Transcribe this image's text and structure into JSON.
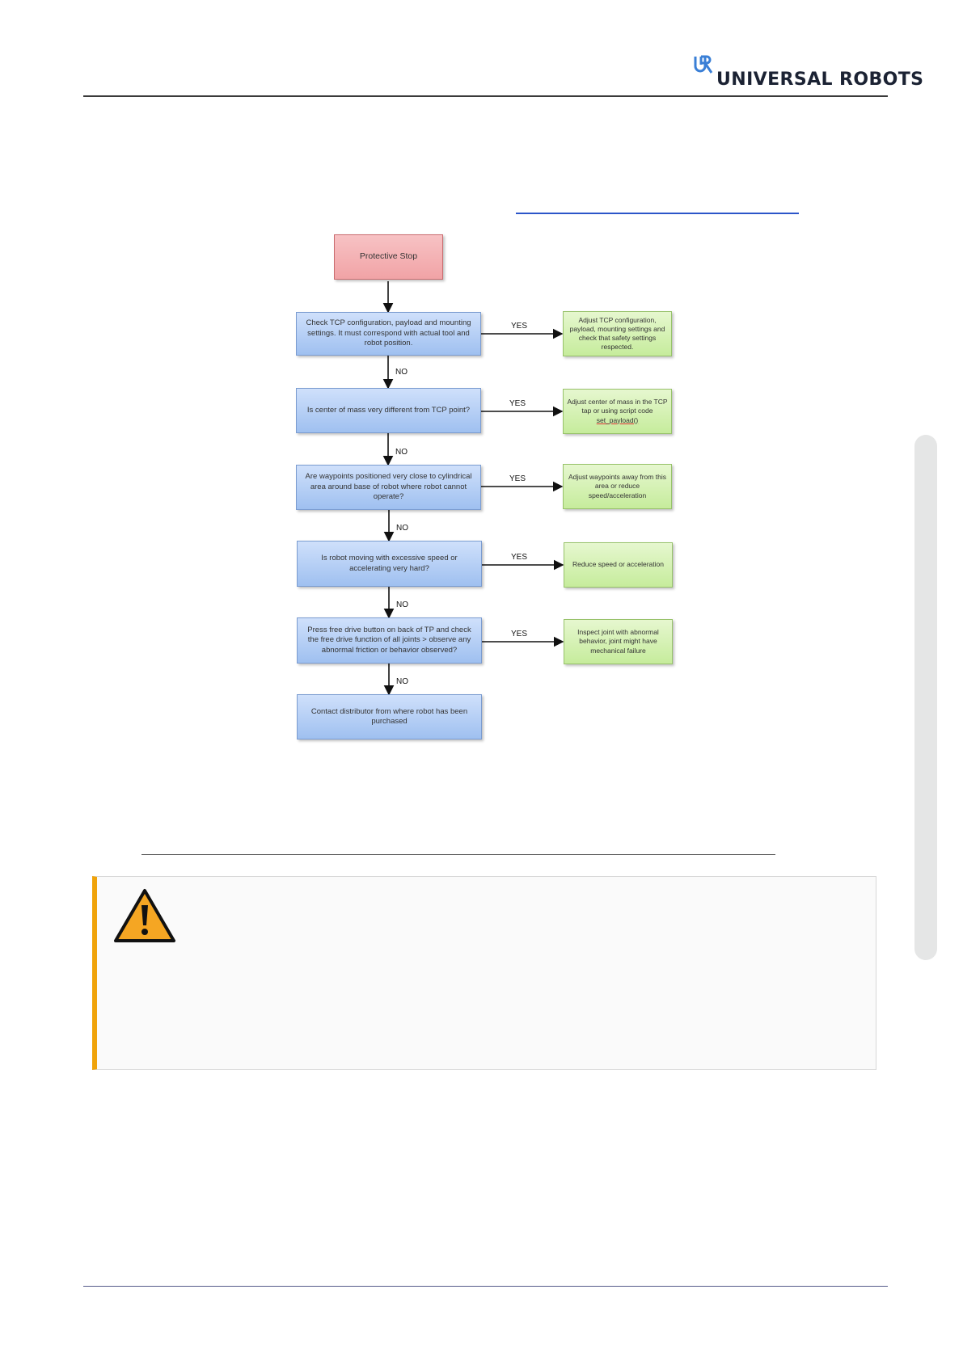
{
  "header": {
    "logo_text": "UNIVERSAL ROBOTS",
    "logo_icon": "ur-logo-icon"
  },
  "flowchart": {
    "start": "Protective Stop",
    "questions": [
      "Check TCP configuration, payload and mounting settings. It must correspond with actual tool and robot position.",
      "Is center of mass very different from TCP point?",
      "Are waypoints positioned very close to cylindrical area around base of robot where robot cannot operate?",
      "Is robot moving with excessive speed or accelerating very hard?",
      "Press free drive button on back of TP and check the free drive function of all joints > observe any abnormal friction or behavior observed?",
      "Contact distributor from where robot has been purchased"
    ],
    "actions": [
      "Adjust TCP configuration, payload, mounting settings and check that safety settings respected.",
      "Adjust center of mass in the TCP tap or using script code",
      "Adjust waypoints away from this area or reduce speed/acceleration",
      "Reduce speed or acceleration",
      "Inspect joint with abnormal behavior, joint might have mechanical failure"
    ],
    "action_2_code": "set_payload()",
    "yes_label": "YES",
    "no_label": "NO",
    "colors": {
      "start": "#f4b3b5",
      "question": "#b3cff5",
      "action": "#d4f1b3"
    }
  },
  "warning": {
    "icon": "warning-triangle-icon",
    "accent_color": "#f0a30a"
  }
}
